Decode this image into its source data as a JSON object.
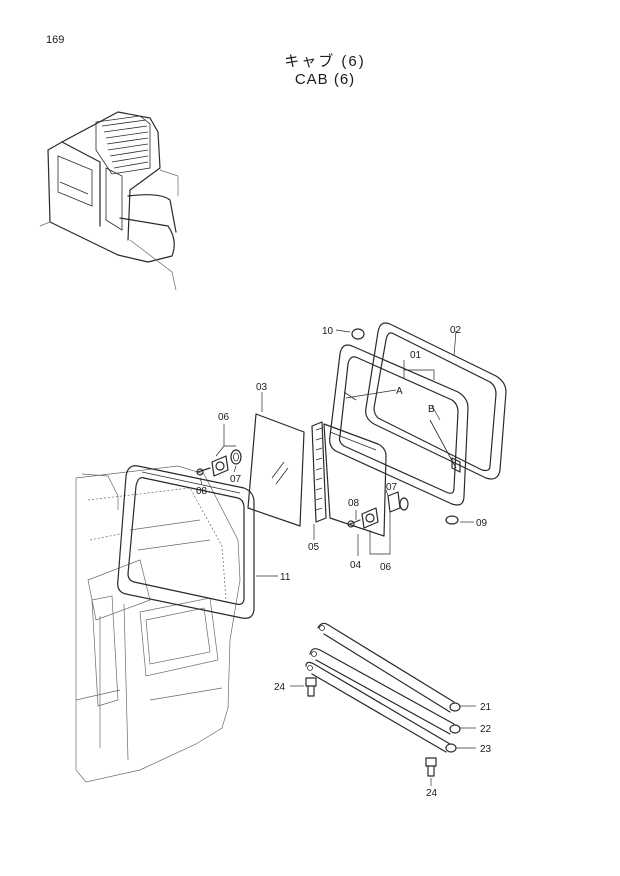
{
  "page": {
    "number": "169"
  },
  "title": {
    "japanese": "キャブ (6)",
    "english": "CAB (6)"
  },
  "callouts": [
    {
      "id": "callout-01",
      "label": "01"
    },
    {
      "id": "callout-02",
      "label": "02"
    },
    {
      "id": "callout-03",
      "label": "03"
    },
    {
      "id": "callout-04",
      "label": "04"
    },
    {
      "id": "callout-05",
      "label": "05"
    },
    {
      "id": "callout-06-upper",
      "label": "06"
    },
    {
      "id": "callout-06-lower",
      "label": "06"
    },
    {
      "id": "callout-07-left",
      "label": "07"
    },
    {
      "id": "callout-07-right",
      "label": "07"
    },
    {
      "id": "callout-08-left",
      "label": "08"
    },
    {
      "id": "callout-08-right",
      "label": "08"
    },
    {
      "id": "callout-09",
      "label": "09"
    },
    {
      "id": "callout-10",
      "label": "10"
    },
    {
      "id": "callout-11",
      "label": "11"
    },
    {
      "id": "callout-21",
      "label": "21"
    },
    {
      "id": "callout-22",
      "label": "22"
    },
    {
      "id": "callout-23",
      "label": "23"
    },
    {
      "id": "callout-24-left",
      "label": "24"
    },
    {
      "id": "callout-24-bottom",
      "label": "24"
    },
    {
      "id": "reference-a",
      "label": "A"
    },
    {
      "id": "reference-b",
      "label": "B"
    }
  ]
}
